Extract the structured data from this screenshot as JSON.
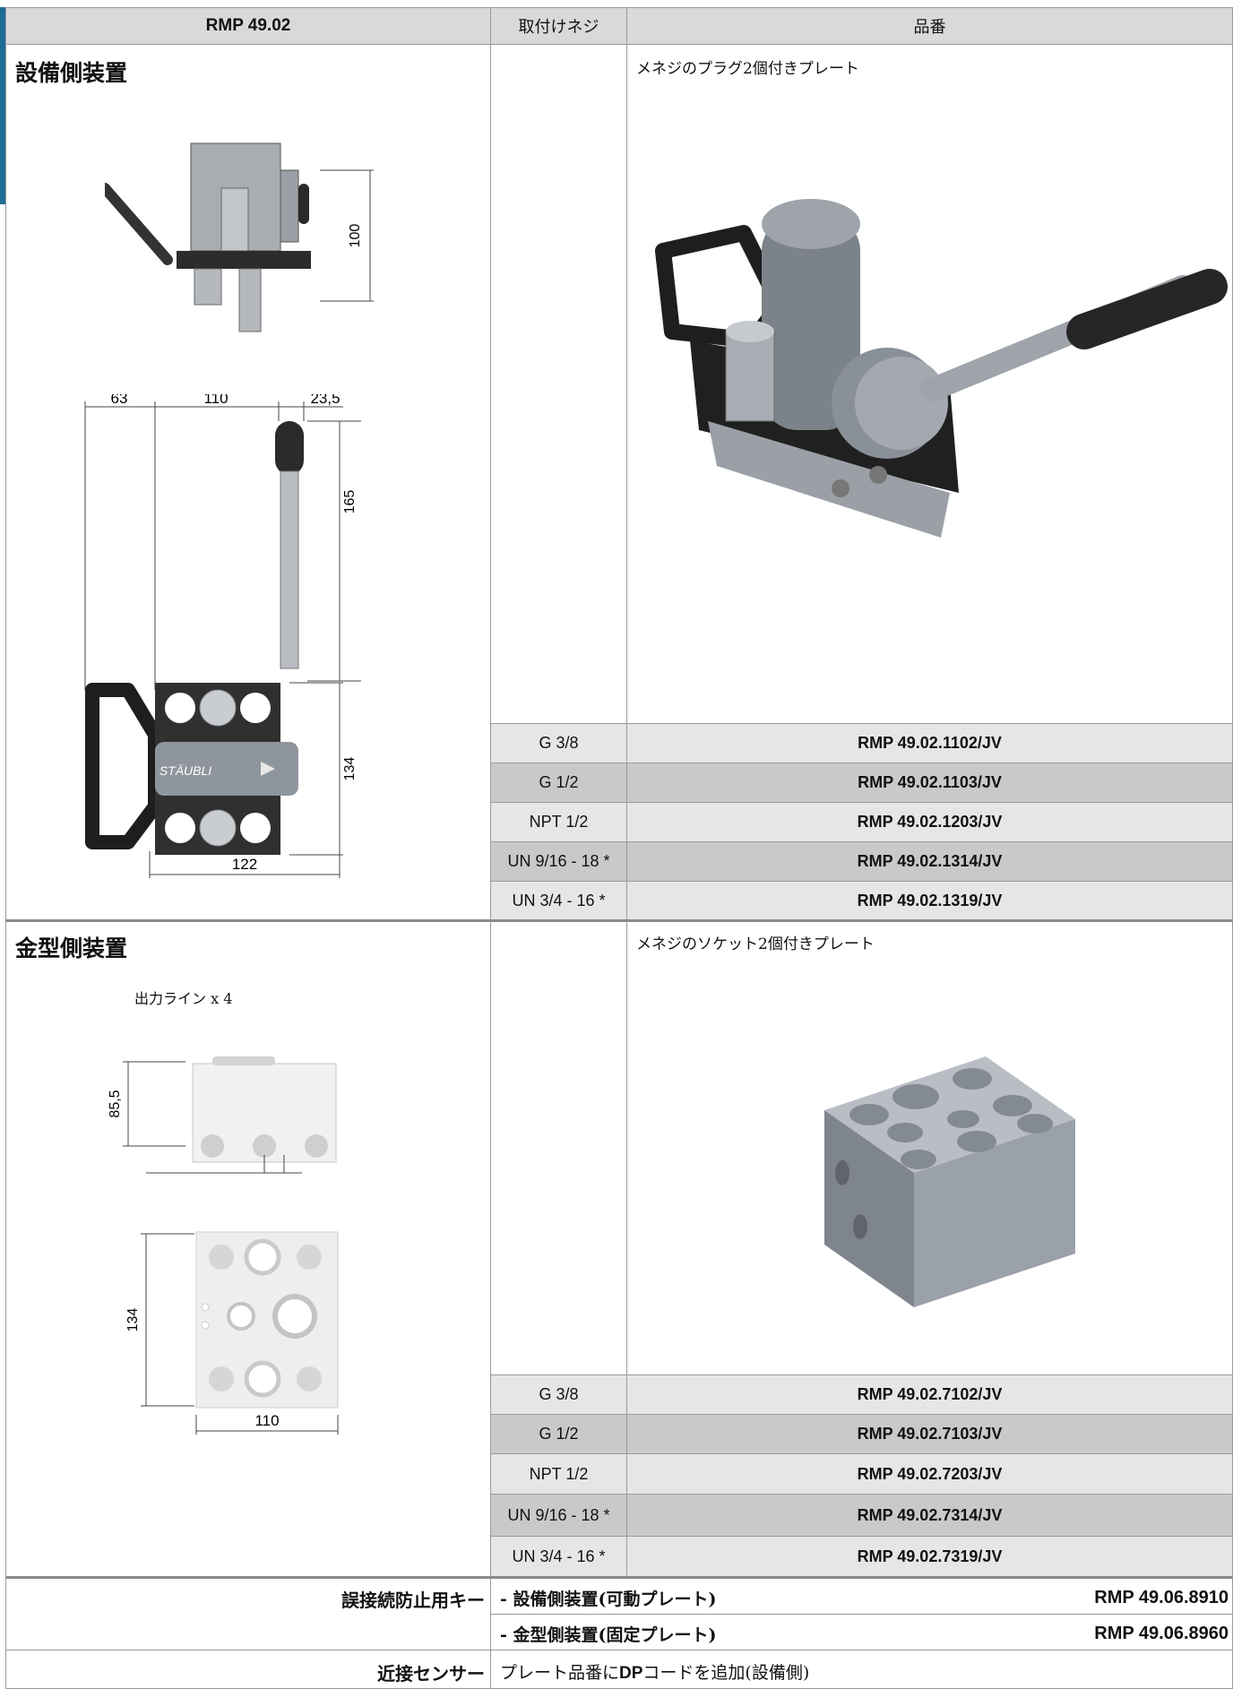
{
  "header": {
    "model": "RMP 49.02",
    "thread": "取付けネジ",
    "part": "品番"
  },
  "machine_side": {
    "title": "設備側装置",
    "caption": "メネジのプラグ2個付きプレート",
    "dims": {
      "d100": "100",
      "d63": "63",
      "d110": "110",
      "d23": "23,5",
      "d165": "165",
      "d134": "134",
      "d122": "122"
    },
    "brand": "STÄUBLI",
    "rows": [
      {
        "thread": "G 3/8",
        "part": "RMP 49.02.1102/JV"
      },
      {
        "thread": "G 1/2",
        "part": "RMP 49.02.1103/JV"
      },
      {
        "thread": "NPT 1/2",
        "part": "RMP 49.02.1203/JV"
      },
      {
        "thread": "UN 9/16 - 18 *",
        "part": "RMP 49.02.1314/JV"
      },
      {
        "thread": "UN 3/4 - 16 *",
        "part": "RMP 49.02.1319/JV"
      }
    ]
  },
  "mold_side": {
    "title": "金型側装置",
    "caption": "メネジのソケット2個付きプレート",
    "dims": {
      "d85": "85,5",
      "outlet": "出力ライン x 4",
      "d134": "134",
      "d110": "110"
    },
    "rows": [
      {
        "thread": "G 3/8",
        "part": "RMP 49.02.7102/JV"
      },
      {
        "thread": "G 1/2",
        "part": "RMP 49.02.7103/JV"
      },
      {
        "thread": "NPT 1/2",
        "part": "RMP 49.02.7203/JV"
      },
      {
        "thread": "UN 9/16 - 18 *",
        "part": "RMP 49.02.7314/JV"
      },
      {
        "thread": "UN 3/4 - 16 *",
        "part": "RMP 49.02.7319/JV"
      }
    ]
  },
  "keys": {
    "label": "誤接続防止用キー",
    "items": [
      {
        "desc": "- 設備側装置(可動プレート)",
        "part": "RMP 49.06.8910"
      },
      {
        "desc": "- 金型側装置(固定プレート)",
        "part": "RMP 49.06.8960"
      }
    ]
  },
  "sensor": {
    "label": "近接センサー",
    "desc_pre": "プレート品番に",
    "desc_bold": "DP",
    "desc_post": "コードを追加(設備側)"
  }
}
